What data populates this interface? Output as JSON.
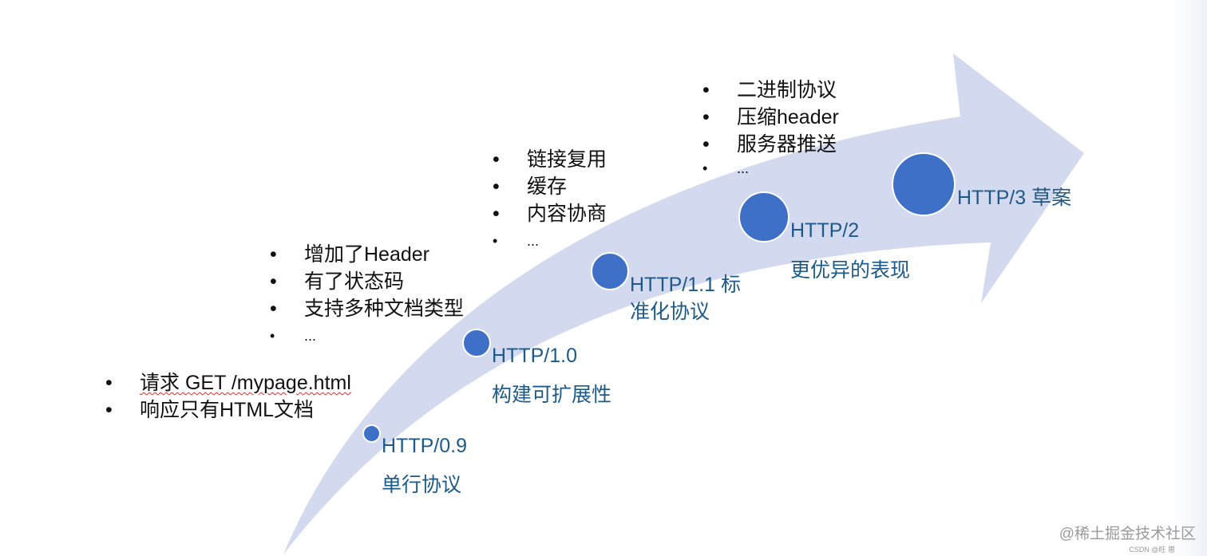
{
  "colors": {
    "arrow": "#d3d9ee",
    "node": "#3d70c6",
    "label": "#1d5a8a",
    "text": "#111111"
  },
  "nodes": [
    {
      "version": "HTTP/0.9",
      "desc": "单行协议",
      "features": [
        "请求 GET /mypage.html",
        "响应只有HTML文档"
      ]
    },
    {
      "version": "HTTP/1.0",
      "desc": "构建可扩展性",
      "features": [
        "增加了Header",
        "有了状态码",
        "支持多种文档类型",
        "..."
      ]
    },
    {
      "version": "HTTP/1.1",
      "desc": "标准化协议",
      "features": [
        "链接复用",
        "缓存",
        "内容协商",
        "..."
      ]
    },
    {
      "version": "HTTP/2",
      "desc": "更优异的表现",
      "features": [
        "二进制协议",
        "压缩header",
        "服务器推送",
        "..."
      ]
    },
    {
      "version": "HTTP/3",
      "desc": "草案"
    }
  ],
  "watermark": {
    "main": "@稀土掘金技术社区",
    "sub": "CSDN @旺 崽"
  }
}
